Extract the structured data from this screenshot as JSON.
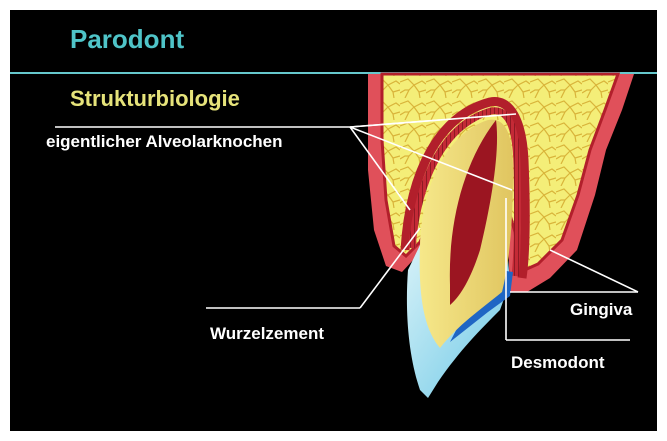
{
  "title": "Parodont",
  "subtitle": "Strukturbiologie",
  "labels": {
    "alveolar_bone": "eigentlicher Alveolarknochen",
    "root_cementum": "Wurzelzement",
    "gingiva": "Gingiva",
    "desmodont": "Desmodont"
  },
  "colors": {
    "background": "#000000",
    "title": "#4fc4c8",
    "subtitle": "#e6e37a",
    "divider": "#66c8cc",
    "labels": "#ffffff",
    "bone": "#f4ee78",
    "gingiva": "#e0505a",
    "alveolar_bone_border": "#b21f2b",
    "root": "#e8d870",
    "pulp": "#9b1521",
    "enamel": "#a8e0ee",
    "desmodont_blue": "#1f66c4"
  }
}
